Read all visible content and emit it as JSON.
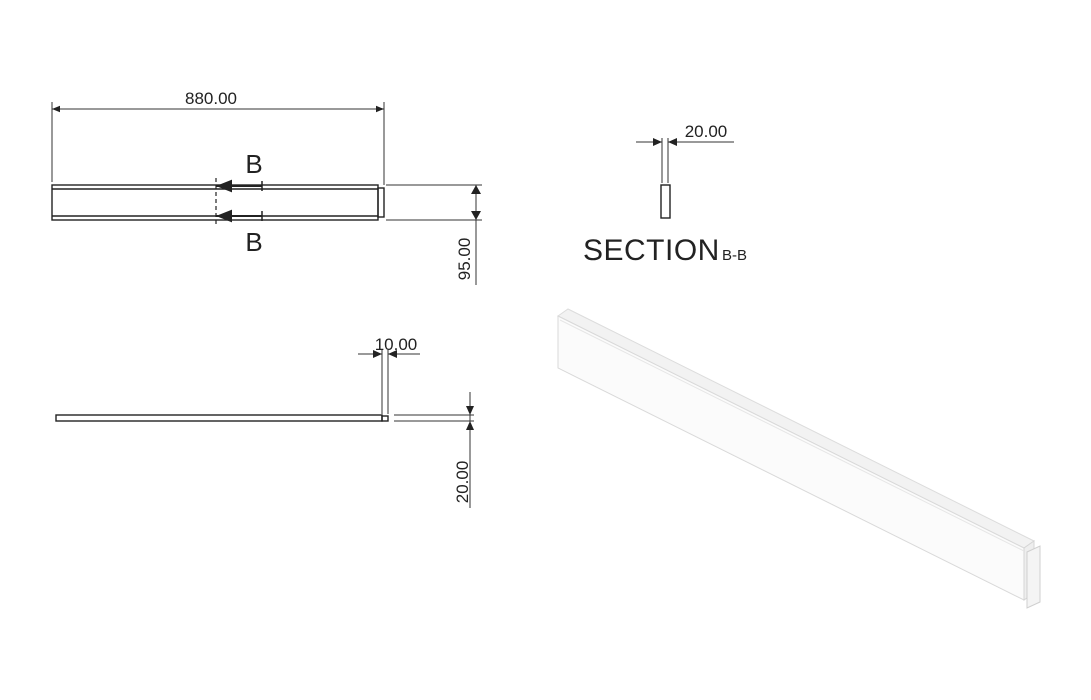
{
  "top_view": {
    "length_dimension": "880.00",
    "height_dimension": "95.00",
    "section_marker_top": "B",
    "section_marker_bottom": "B"
  },
  "section_view": {
    "thickness_dimension": "20.00",
    "title": "SECTION",
    "subtitle": "B-B"
  },
  "side_view": {
    "tab_dimension": "10.00",
    "thickness_dimension": "20.00"
  },
  "colors": {
    "line": "#222222",
    "background": "#ffffff",
    "iso_face": "#fafafa",
    "iso_edge": "#d9d9d9"
  }
}
